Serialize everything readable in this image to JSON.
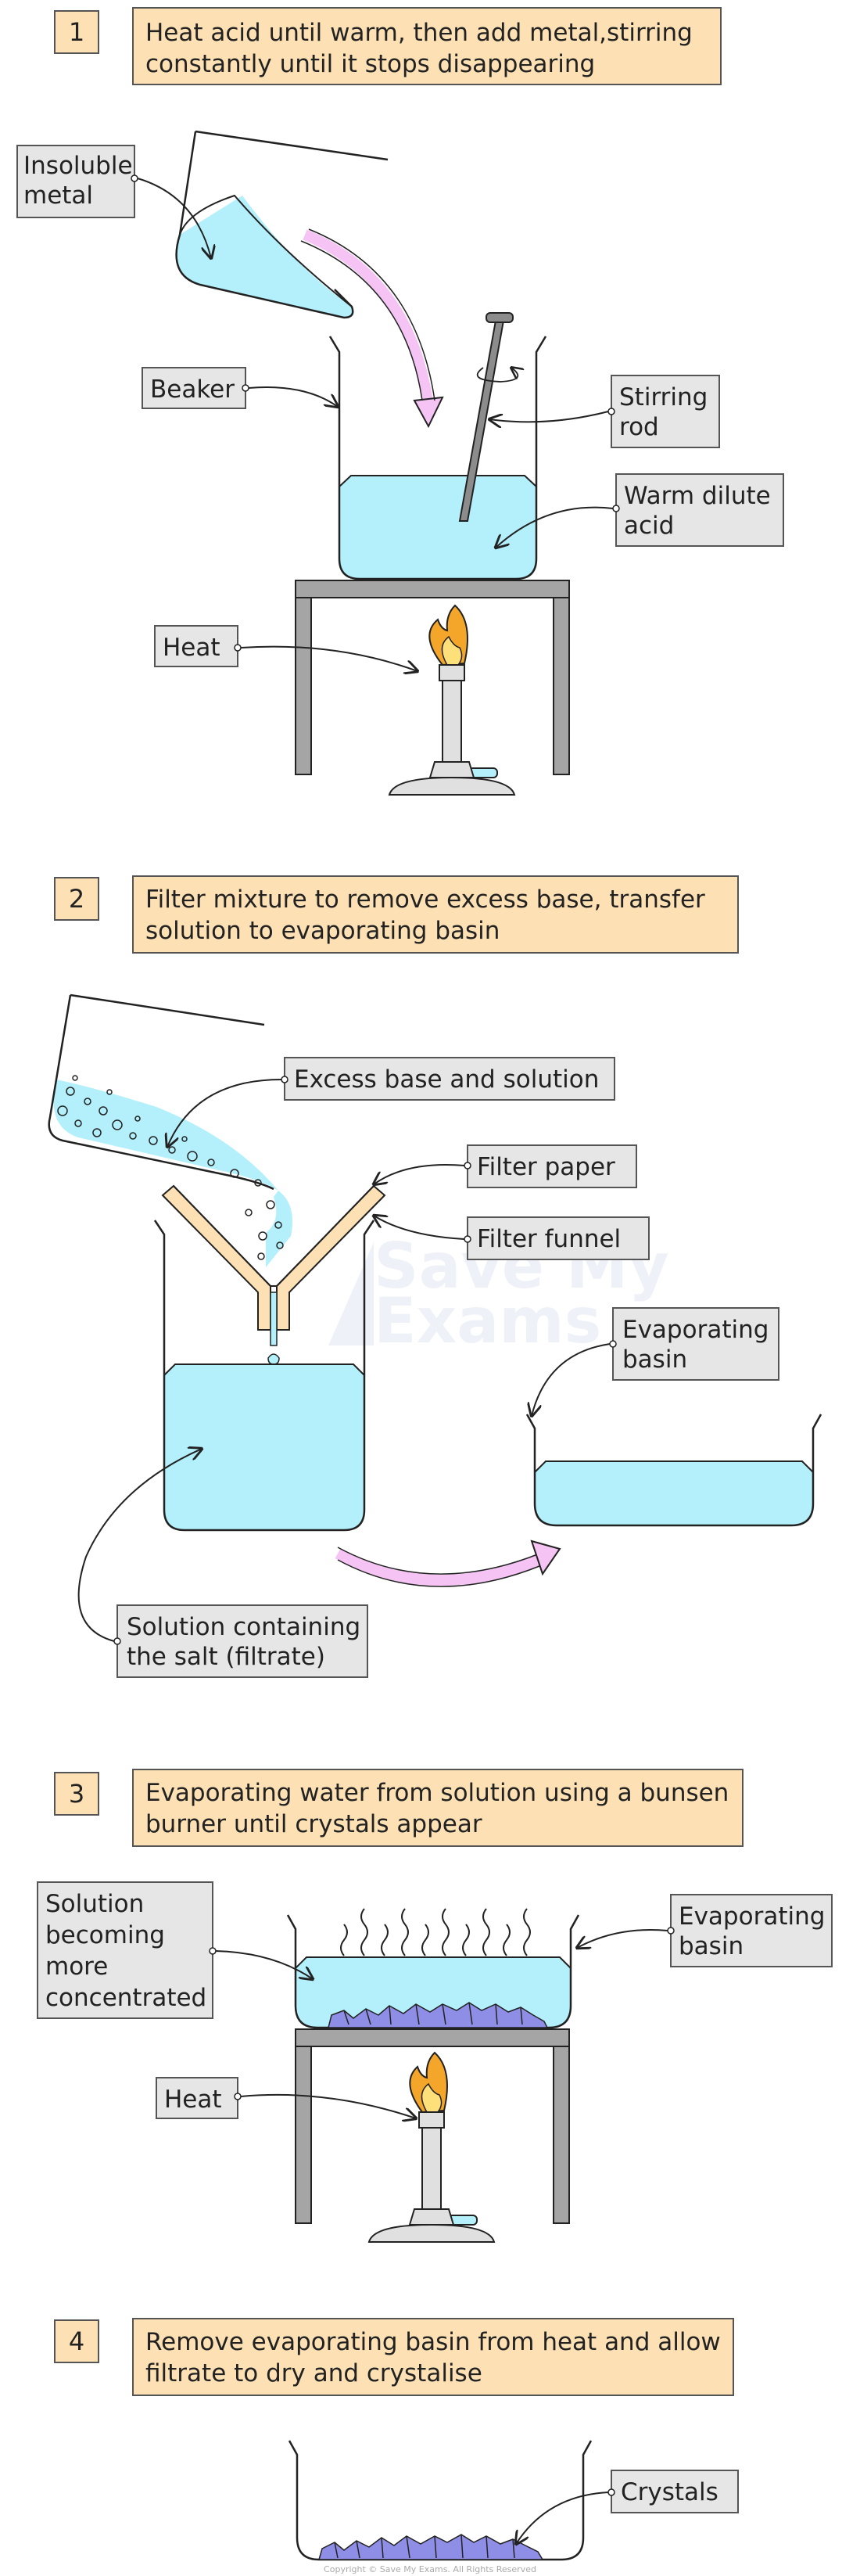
{
  "steps": [
    {
      "number": "1",
      "line1": "Heat acid until warm, then add metal,stirring",
      "line2": "constantly until it stops disappearing"
    },
    {
      "number": "2",
      "line1": "Filter mixture to remove excess base, transfer",
      "line2": "solution to evaporating basin"
    },
    {
      "number": "3",
      "line1": "Evaporating water from solution using a bunsen",
      "line2": "burner until crystals appear"
    },
    {
      "number": "4",
      "line1": "Remove evaporating basin from heat and allow",
      "line2": "filtrate to dry and crystalise"
    }
  ],
  "labels": {
    "insoluble_metal": [
      "Insoluble",
      "metal"
    ],
    "beaker": [
      "Beaker"
    ],
    "stirring_rod": [
      "Stirring",
      "rod"
    ],
    "warm_dilute_acid": [
      "Warm dilute",
      "acid"
    ],
    "heat_1": [
      "Heat"
    ],
    "excess_base": [
      "Excess base and solution"
    ],
    "filter_paper": [
      "Filter paper"
    ],
    "filter_funnel": [
      "Filter funnel"
    ],
    "evaporating_basin_2": [
      "Evaporating",
      "basin"
    ],
    "filtrate": [
      "Solution containing",
      "the salt (filtrate)"
    ],
    "concentrated": [
      "Solution",
      "becoming",
      "more",
      "concentrated"
    ],
    "evaporating_basin_3": [
      "Evaporating",
      "basin"
    ],
    "heat_3": [
      "Heat"
    ],
    "crystals": [
      "Crystals"
    ]
  },
  "watermark": [
    "Save My",
    "Exams"
  ],
  "copyright": "Copyright © Save My Exams. All Rights Reserved",
  "colors": {
    "step_box": "#fde1b4",
    "label_box": "#e6e6e6",
    "liquid": "#b3f0fb",
    "arrow": "#f5c4f4",
    "crystals": "#8e8ee6",
    "stand": "#a5a5a5",
    "flame": "#f4a62a"
  }
}
